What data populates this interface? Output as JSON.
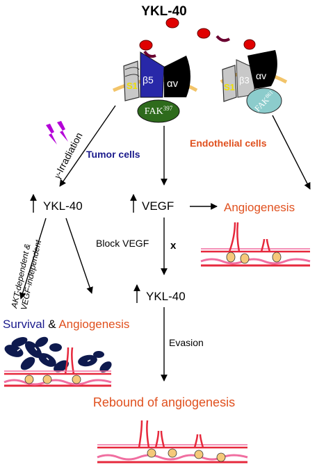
{
  "title": "YKL-40",
  "receptor_tumor": {
    "s1": "S1",
    "beta": "β5",
    "alpha": "αv",
    "fak_prefix": "FAK",
    "fak_sup": "397"
  },
  "receptor_endo": {
    "s1": "S1",
    "beta": "β3",
    "alpha": "αv",
    "fak_prefix": "FAK",
    "fak_sup": "861"
  },
  "labels": {
    "irradiation_gamma": "γ",
    "irradiation_text": "-Irradiation",
    "tumor_cells": "Tumor cells",
    "endothelial_cells": "Endothelial cells",
    "ykl40_left": "YKL-40",
    "vegf": "VEGF",
    "angiogenesis_right": "Angiogenesis",
    "akt_line1": "AKT-dependent &",
    "akt_line2": "VEGF-independent",
    "block_vegf": "Block VEGF",
    "block_x": "x",
    "ykl40_mid": "YKL-40",
    "survival": "Survival",
    "amp": "&",
    "angiogenesis_left": "Angiogenesis",
    "evasion": "Evasion",
    "rebound": "Rebound of angiogenesis"
  },
  "colors": {
    "tumor_blue": "#1a1a8c",
    "orange": "#e0501e",
    "ligand_red": "#e00000",
    "membrane": "#f2c46a",
    "fak_tumor": "#2e6b1c",
    "fak_endo": "#8ccccc",
    "vessel_red": "#e6283c",
    "vessel_pink": "#f06ea0",
    "cell_navy": "#0e1a4e",
    "pericyte": "#f5c97a",
    "bolt": "#b400d8"
  }
}
